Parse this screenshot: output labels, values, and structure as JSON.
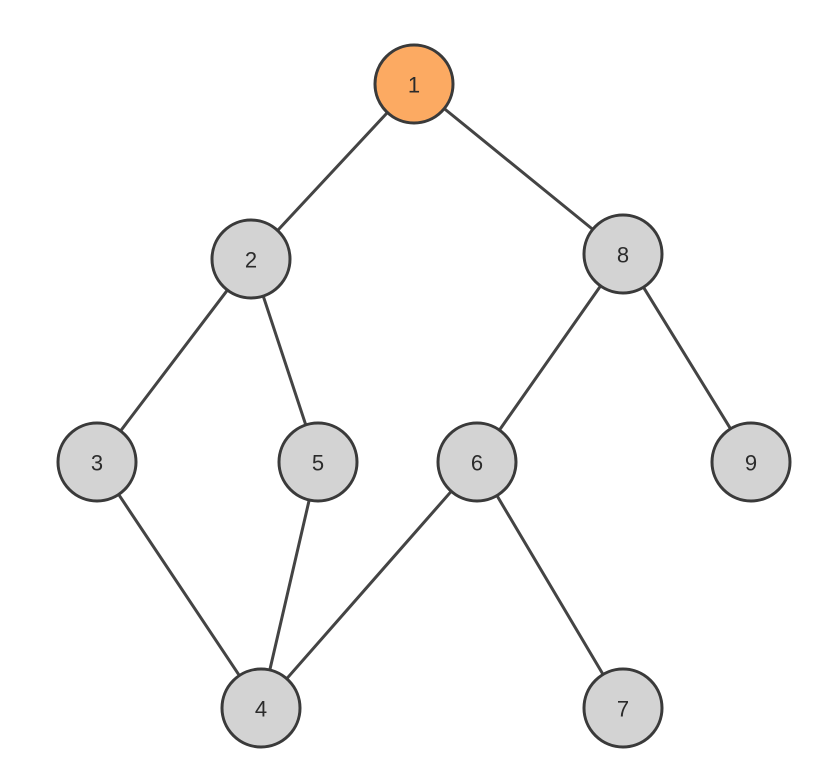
{
  "colors": {
    "highlight_fill": "#fcaa62",
    "default_fill": "#d3d3d3",
    "edge_stroke": "#444444",
    "node_stroke": "#3a3a3a"
  },
  "nodes": [
    {
      "id": "1",
      "label": "1",
      "highlighted": true
    },
    {
      "id": "2",
      "label": "2",
      "highlighted": false
    },
    {
      "id": "8",
      "label": "8",
      "highlighted": false
    },
    {
      "id": "3",
      "label": "3",
      "highlighted": false
    },
    {
      "id": "5",
      "label": "5",
      "highlighted": false
    },
    {
      "id": "6",
      "label": "6",
      "highlighted": false
    },
    {
      "id": "9",
      "label": "9",
      "highlighted": false
    },
    {
      "id": "4",
      "label": "4",
      "highlighted": false
    },
    {
      "id": "7",
      "label": "7",
      "highlighted": false
    }
  ],
  "edges": [
    {
      "from": "1",
      "to": "2"
    },
    {
      "from": "1",
      "to": "8"
    },
    {
      "from": "2",
      "to": "3"
    },
    {
      "from": "2",
      "to": "5"
    },
    {
      "from": "8",
      "to": "6"
    },
    {
      "from": "8",
      "to": "9"
    },
    {
      "from": "3",
      "to": "4"
    },
    {
      "from": "5",
      "to": "4"
    },
    {
      "from": "6",
      "to": "4"
    },
    {
      "from": "6",
      "to": "7"
    }
  ]
}
